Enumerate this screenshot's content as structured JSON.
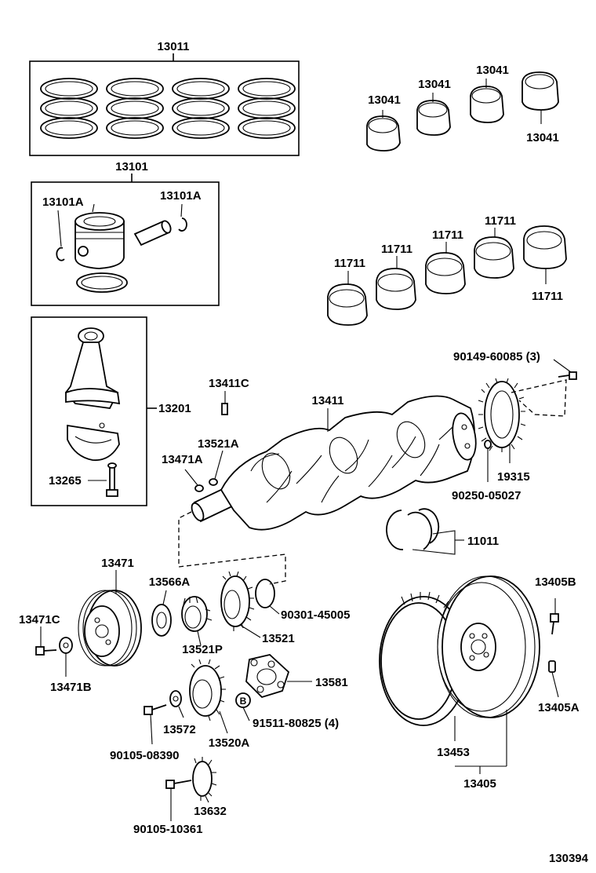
{
  "labels": {
    "piston_ring_set": "13011",
    "piston_set": "13101",
    "snap_ring_left": "13101A",
    "snap_ring_right": "13101A",
    "conrod_bearing_1": "13041",
    "conrod_bearing_2": "13041",
    "conrod_bearing_3": "13041",
    "conrod_bearing_4": "13041",
    "main_bearing_1": "11711",
    "main_bearing_2": "11711",
    "main_bearing_3": "11711",
    "main_bearing_4": "11711",
    "main_bearing_5": "11711",
    "connecting_rod": "13201",
    "conrod_bolt": "13265",
    "crank_key_c": "13411C",
    "crankshaft": "13411",
    "key_13521a": "13521A",
    "key_13471a": "13471A",
    "bolt_90149": "90149-60085 (3)",
    "timing_rotor": "19315",
    "pin_90250": "90250-05027",
    "thrust_washer": "11011",
    "crank_pulley": "13471",
    "washer_13566a": "13566A",
    "o_ring_90301": "90301-45005",
    "crank_gear": "13521",
    "sprocket_13521p": "13521P",
    "pulley_bolt": "13471C",
    "pulley_washer": "13471B",
    "oil_pump_plate": "13581",
    "bolt_91511": "91511-80825 (4)",
    "bolt_90105_a": "90105-08390",
    "washer_13572": "13572",
    "idler_gear": "13520A",
    "drive_gear": "13632",
    "bolt_90105_b": "90105-10361",
    "flywheel_bolt": "13405B",
    "flywheel_pin": "13405A",
    "ring_gear": "13453",
    "flywheel_assy": "13405",
    "diagram_id": "130394",
    "circle_b": "B"
  }
}
